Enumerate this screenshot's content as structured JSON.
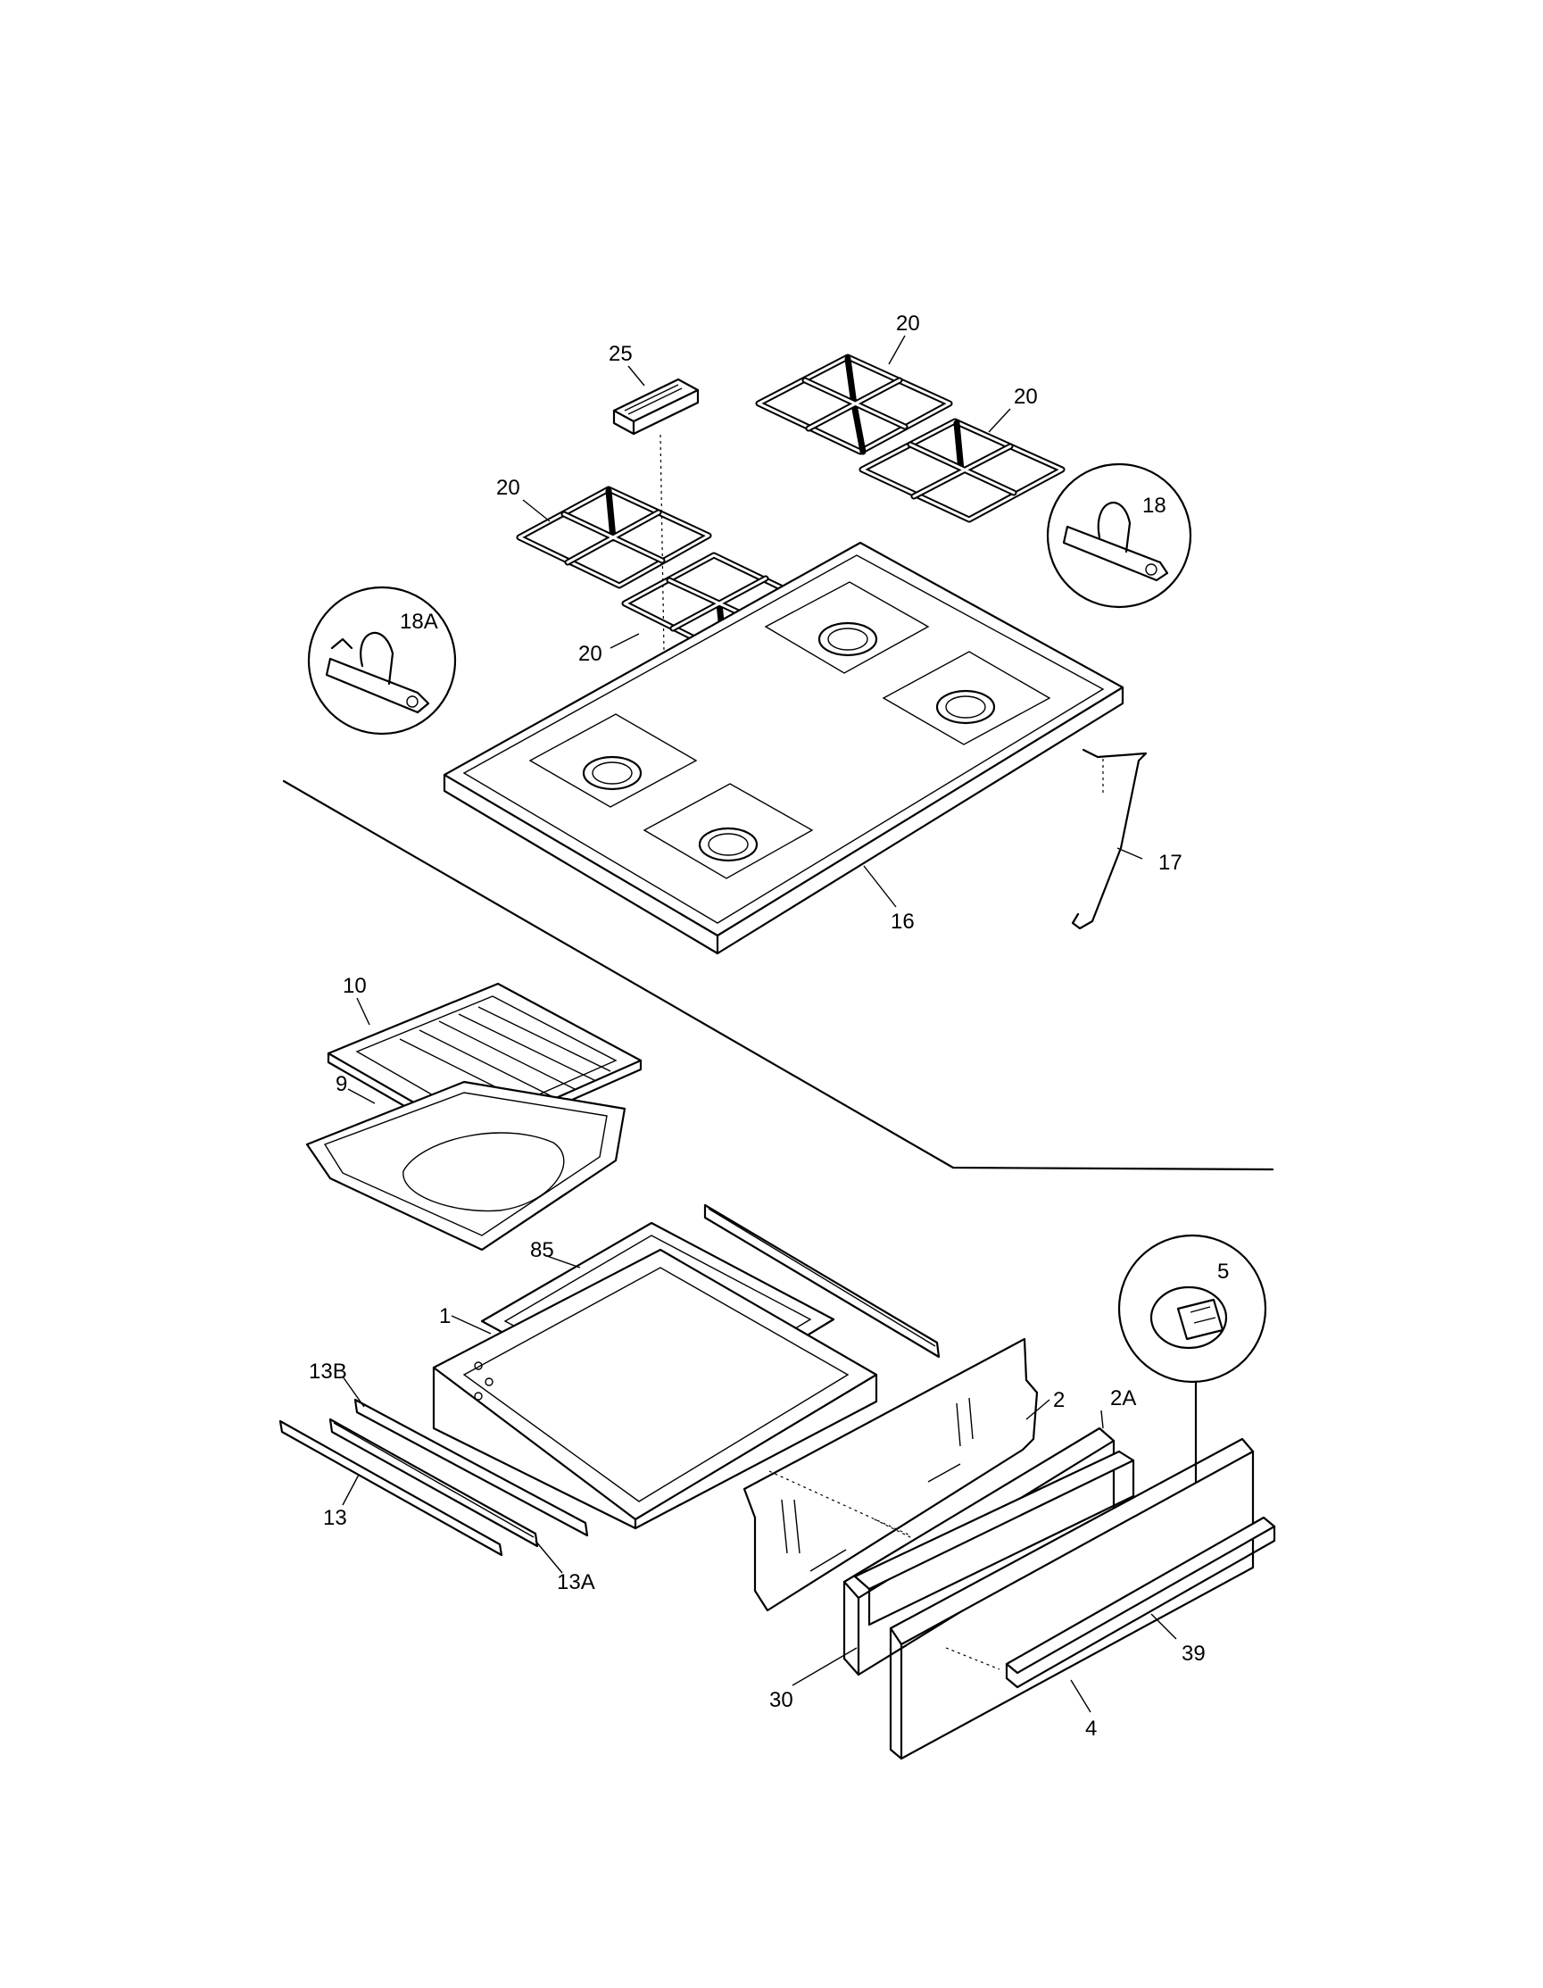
{
  "callouts": {
    "c25": "25",
    "c20a": "20",
    "c20b": "20",
    "c20c": "20",
    "c20d": "20",
    "c18": "18",
    "c18a": "18A",
    "c17": "17",
    "c16": "16",
    "c10": "10",
    "c9": "9",
    "c85": "85",
    "c1": "1",
    "c13b": "13B",
    "c13": "13",
    "c13a": "13A",
    "c5": "5",
    "c2": "2",
    "c2a": "2A",
    "c30": "30",
    "c39": "39",
    "c4": "4"
  }
}
